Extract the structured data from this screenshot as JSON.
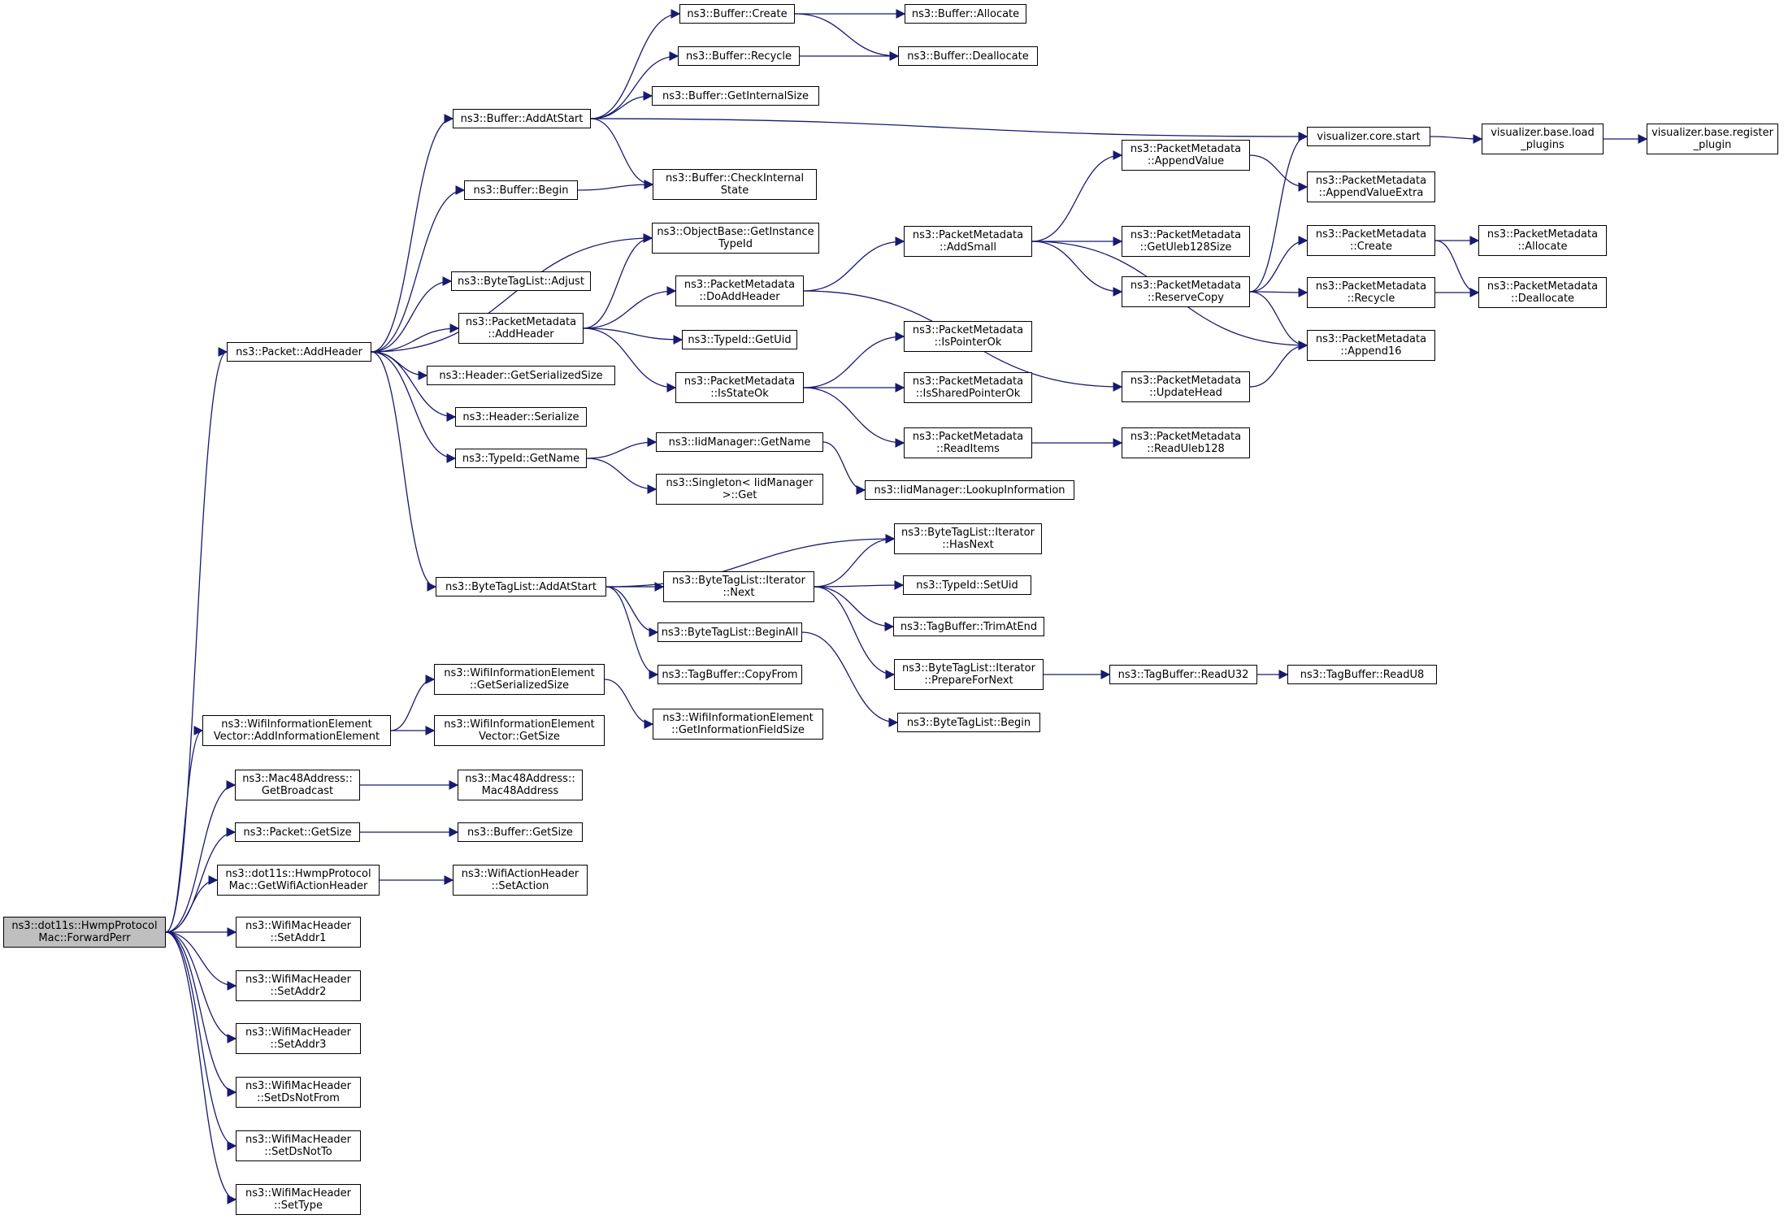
{
  "colors": {
    "edge": "#191970",
    "node_border": "#000000",
    "node_fill": "#ffffff",
    "root_fill": "#bfbfbf"
  },
  "nodes": {
    "forwardperr": [
      "ns3::dot11s::HwmpProtocol",
      "Mac::ForwardPerr"
    ],
    "pkt_addheader": [
      "ns3::Packet::AddHeader"
    ],
    "buf_addatstart": [
      "ns3::Buffer::AddAtStart"
    ],
    "buf_create": [
      "ns3::Buffer::Create"
    ],
    "buf_allocate": [
      "ns3::Buffer::Allocate"
    ],
    "buf_recycle": [
      "ns3::Buffer::Recycle"
    ],
    "buf_deallocate": [
      "ns3::Buffer::Deallocate"
    ],
    "buf_getinternalsize": [
      "ns3::Buffer::GetInternalSize"
    ],
    "buf_begin": [
      "ns3::Buffer::Begin"
    ],
    "buf_checkinternal": [
      "ns3::Buffer::CheckInternal",
      "State"
    ],
    "objbase_getinstance": [
      "ns3::ObjectBase::GetInstance",
      "TypeId"
    ],
    "btl_adjust": [
      "ns3::ByteTagList::Adjust"
    ],
    "pm_addheader": [
      "ns3::PacketMetadata",
      "::AddHeader"
    ],
    "pm_doaddheader": [
      "ns3::PacketMetadata",
      "::DoAddHeader"
    ],
    "typeid_getuid": [
      "ns3::TypeId::GetUid"
    ],
    "pm_isstateok": [
      "ns3::PacketMetadata",
      "::IsStateOk"
    ],
    "hdr_getserializedsize": [
      "ns3::Header::GetSerializedSize"
    ],
    "hdr_serialize": [
      "ns3::Header::Serialize"
    ],
    "typeid_getname": [
      "ns3::TypeId::GetName"
    ],
    "iid_getname": [
      "ns3::IidManager::GetName"
    ],
    "singleton_get": [
      "ns3::Singleton< IidManager",
      ">::Get"
    ],
    "iid_lookup": [
      "ns3::IidManager::LookupInformation"
    ],
    "pm_addsmall": [
      "ns3::PacketMetadata",
      "::AddSmall"
    ],
    "pm_ispointerok": [
      "ns3::PacketMetadata",
      "::IsPointerOk"
    ],
    "pm_issharedpointerok": [
      "ns3::PacketMetadata",
      "::IsSharedPointerOk"
    ],
    "pm_readitems": [
      "ns3::PacketMetadata",
      "::ReadItems"
    ],
    "pm_appendvalue": [
      "ns3::PacketMetadata",
      "::AppendValue"
    ],
    "pm_getuleb128size": [
      "ns3::PacketMetadata",
      "::GetUleb128Size"
    ],
    "pm_reservecopy": [
      "ns3::PacketMetadata",
      "::ReserveCopy"
    ],
    "pm_updatehead": [
      "ns3::PacketMetadata",
      "::UpdateHead"
    ],
    "pm_readuleb128": [
      "ns3::PacketMetadata",
      "::ReadUleb128"
    ],
    "vis_core_start": [
      "visualizer.core.start"
    ],
    "vis_base_load": [
      "visualizer.base.load",
      "_plugins"
    ],
    "vis_base_register": [
      "visualizer.base.register",
      "_plugin"
    ],
    "pm_appendvalueextra": [
      "ns3::PacketMetadata",
      "::AppendValueExtra"
    ],
    "pm_create": [
      "ns3::PacketMetadata",
      "::Create"
    ],
    "pm_recycle": [
      "ns3::PacketMetadata",
      "::Recycle"
    ],
    "pm_append16": [
      "ns3::PacketMetadata",
      "::Append16"
    ],
    "pm_allocate": [
      "ns3::PacketMetadata",
      "::Allocate"
    ],
    "pm_deallocate": [
      "ns3::PacketMetadata",
      "::Deallocate"
    ],
    "btl_addatstart": [
      "ns3::ByteTagList::AddAtStart"
    ],
    "btl_iter_next": [
      "ns3::ByteTagList::Iterator",
      "::Next"
    ],
    "btl_iter_hasnext": [
      "ns3::ByteTagList::Iterator",
      "::HasNext"
    ],
    "typeid_setuid": [
      "ns3::TypeId::SetUid"
    ],
    "tagbuf_trimatend": [
      "ns3::TagBuffer::TrimAtEnd"
    ],
    "btl_iter_preparefornext": [
      "ns3::ByteTagList::Iterator",
      "::PrepareForNext"
    ],
    "tagbuf_readu32": [
      "ns3::TagBuffer::ReadU32"
    ],
    "tagbuf_readu8": [
      "ns3::TagBuffer::ReadU8"
    ],
    "btl_beginall": [
      "ns3::ByteTagList::BeginAll"
    ],
    "tagbuf_copyfrom": [
      "ns3::TagBuffer::CopyFrom"
    ],
    "btl_begin": [
      "ns3::ByteTagList::Begin"
    ],
    "wiev_addinfo": [
      "ns3::WifiInformationElement",
      "Vector::AddInformationElement"
    ],
    "wie_getserializedsize": [
      "ns3::WifiInformationElement",
      "::GetSerializedSize"
    ],
    "wie_getinfofieldsize": [
      "ns3::WifiInformationElement",
      "::GetInformationFieldSize"
    ],
    "wiev_getsize": [
      "ns3::WifiInformationElement",
      "Vector::GetSize"
    ],
    "mac48_getbroadcast": [
      "ns3::Mac48Address::",
      "GetBroadcast"
    ],
    "mac48_ctor": [
      "ns3::Mac48Address::",
      "Mac48Address"
    ],
    "pkt_getsize": [
      "ns3::Packet::GetSize"
    ],
    "buf_getsize": [
      "ns3::Buffer::GetSize"
    ],
    "hwmp_getwifiactionheader": [
      "ns3::dot11s::HwmpProtocol",
      "Mac::GetWifiActionHeader"
    ],
    "wah_setaction": [
      "ns3::WifiActionHeader",
      "::SetAction"
    ],
    "wmh_setaddr1": [
      "ns3::WifiMacHeader",
      "::SetAddr1"
    ],
    "wmh_setaddr2": [
      "ns3::WifiMacHeader",
      "::SetAddr2"
    ],
    "wmh_setaddr3": [
      "ns3::WifiMacHeader",
      "::SetAddr3"
    ],
    "wmh_setdsnotfrom": [
      "ns3::WifiMacHeader",
      "::SetDsNotFrom"
    ],
    "wmh_setdsnotto": [
      "ns3::WifiMacHeader",
      "::SetDsNotTo"
    ],
    "wmh_settype": [
      "ns3::WifiMacHeader",
      "::SetType"
    ]
  },
  "edges": [
    [
      "forwardperr",
      "pkt_addheader"
    ],
    [
      "forwardperr",
      "wiev_addinfo"
    ],
    [
      "forwardperr",
      "mac48_getbroadcast"
    ],
    [
      "forwardperr",
      "pkt_getsize"
    ],
    [
      "forwardperr",
      "hwmp_getwifiactionheader"
    ],
    [
      "forwardperr",
      "wmh_setaddr1"
    ],
    [
      "forwardperr",
      "wmh_setaddr2"
    ],
    [
      "forwardperr",
      "wmh_setaddr3"
    ],
    [
      "forwardperr",
      "wmh_setdsnotfrom"
    ],
    [
      "forwardperr",
      "wmh_setdsnotto"
    ],
    [
      "forwardperr",
      "wmh_settype"
    ],
    [
      "pkt_addheader",
      "buf_addatstart"
    ],
    [
      "pkt_addheader",
      "buf_begin"
    ],
    [
      "pkt_addheader",
      "objbase_getinstance"
    ],
    [
      "pkt_addheader",
      "btl_adjust"
    ],
    [
      "pkt_addheader",
      "pm_addheader"
    ],
    [
      "pkt_addheader",
      "hdr_getserializedsize"
    ],
    [
      "pkt_addheader",
      "hdr_serialize"
    ],
    [
      "pkt_addheader",
      "typeid_getname"
    ],
    [
      "pkt_addheader",
      "btl_addatstart"
    ],
    [
      "buf_addatstart",
      "buf_create"
    ],
    [
      "buf_addatstart",
      "buf_recycle"
    ],
    [
      "buf_addatstart",
      "buf_getinternalsize"
    ],
    [
      "buf_addatstart",
      "buf_checkinternal"
    ],
    [
      "buf_addatstart",
      "vis_core_start"
    ],
    [
      "buf_create",
      "buf_allocate"
    ],
    [
      "buf_create",
      "buf_deallocate"
    ],
    [
      "buf_recycle",
      "buf_deallocate"
    ],
    [
      "buf_begin",
      "buf_checkinternal"
    ],
    [
      "pm_addheader",
      "objbase_getinstance"
    ],
    [
      "pm_addheader",
      "pm_doaddheader"
    ],
    [
      "pm_addheader",
      "typeid_getuid"
    ],
    [
      "pm_addheader",
      "pm_isstateok"
    ],
    [
      "pm_doaddheader",
      "pm_addsmall"
    ],
    [
      "pm_doaddheader",
      "pm_updatehead"
    ],
    [
      "pm_isstateok",
      "pm_ispointerok"
    ],
    [
      "pm_isstateok",
      "pm_issharedpointerok"
    ],
    [
      "pm_isstateok",
      "pm_readitems"
    ],
    [
      "pm_readitems",
      "pm_readuleb128"
    ],
    [
      "pm_addsmall",
      "pm_appendvalue"
    ],
    [
      "pm_addsmall",
      "pm_getuleb128size"
    ],
    [
      "pm_addsmall",
      "pm_reservecopy"
    ],
    [
      "pm_addsmall",
      "pm_append16"
    ],
    [
      "pm_appendvalue",
      "pm_appendvalueextra"
    ],
    [
      "pm_reservecopy",
      "vis_core_start"
    ],
    [
      "pm_reservecopy",
      "pm_create"
    ],
    [
      "pm_reservecopy",
      "pm_recycle"
    ],
    [
      "pm_reservecopy",
      "pm_append16"
    ],
    [
      "pm_updatehead",
      "pm_append16"
    ],
    [
      "pm_create",
      "pm_allocate"
    ],
    [
      "pm_create",
      "pm_deallocate"
    ],
    [
      "pm_recycle",
      "pm_deallocate"
    ],
    [
      "vis_core_start",
      "vis_base_load"
    ],
    [
      "vis_base_load",
      "vis_base_register"
    ],
    [
      "typeid_getname",
      "iid_getname"
    ],
    [
      "typeid_getname",
      "singleton_get"
    ],
    [
      "iid_getname",
      "iid_lookup"
    ],
    [
      "btl_addatstart",
      "btl_iter_hasnext"
    ],
    [
      "btl_addatstart",
      "btl_iter_next"
    ],
    [
      "btl_addatstart",
      "btl_beginall"
    ],
    [
      "btl_addatstart",
      "tagbuf_copyfrom"
    ],
    [
      "btl_iter_next",
      "btl_iter_hasnext"
    ],
    [
      "btl_iter_next",
      "typeid_setuid"
    ],
    [
      "btl_iter_next",
      "tagbuf_trimatend"
    ],
    [
      "btl_iter_next",
      "btl_iter_preparefornext"
    ],
    [
      "btl_iter_preparefornext",
      "tagbuf_readu32"
    ],
    [
      "tagbuf_readu32",
      "tagbuf_readu8"
    ],
    [
      "btl_beginall",
      "btl_begin"
    ],
    [
      "wiev_addinfo",
      "wie_getserializedsize"
    ],
    [
      "wiev_addinfo",
      "wiev_getsize"
    ],
    [
      "wie_getserializedsize",
      "wie_getinfofieldsize"
    ],
    [
      "mac48_getbroadcast",
      "mac48_ctor"
    ],
    [
      "pkt_getsize",
      "buf_getsize"
    ],
    [
      "hwmp_getwifiactionheader",
      "wah_setaction"
    ]
  ]
}
